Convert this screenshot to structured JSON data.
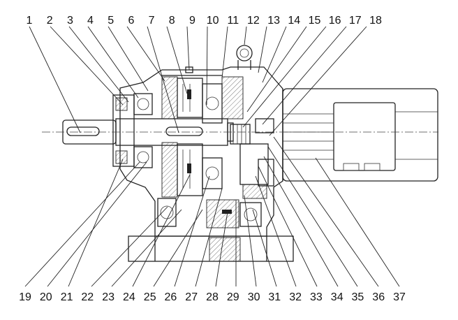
{
  "top_labels": [
    "1",
    "2",
    "3",
    "4",
    "5",
    "6",
    "7",
    "8",
    "9",
    "10",
    "11",
    "12",
    "13",
    "14",
    "15",
    "16",
    "17",
    "18"
  ],
  "bottom_labels": [
    "19",
    "20",
    "21",
    "22",
    "23",
    "24",
    "25",
    "26",
    "27",
    "28",
    "29",
    "30",
    "31",
    "32",
    "33",
    "34",
    "35",
    "36",
    "37"
  ]
}
